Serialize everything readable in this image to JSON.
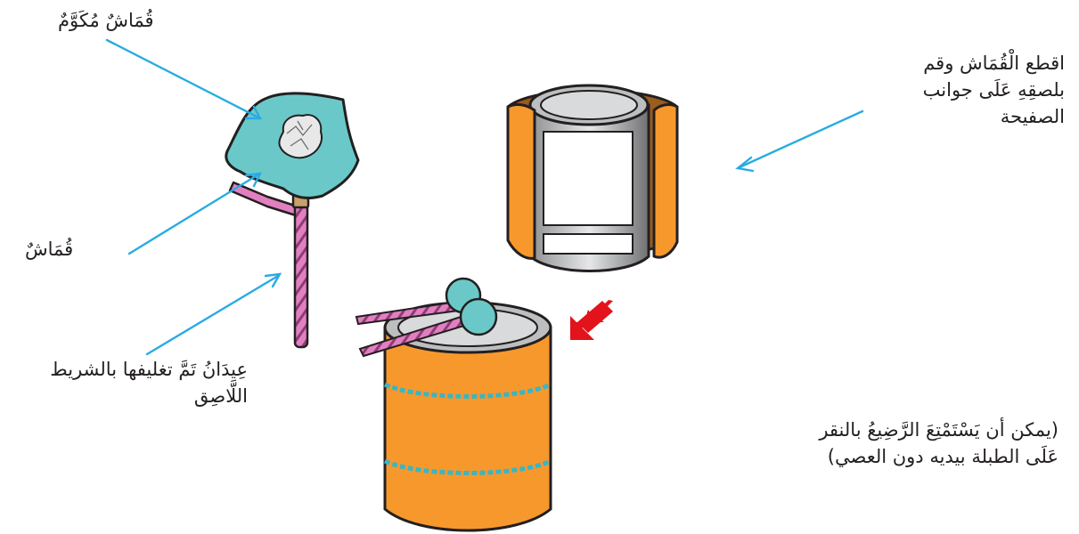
{
  "labels": {
    "crumpled_fabric": "قُمَاشٌ مُكَوَّمٌ",
    "fabric": "قُمَاشٌ",
    "sticks": "عِيدَانُ تَمَّ تغليفها بالشريط\nاللَّاصِق",
    "cut_fabric": "اقطع الْقُمَاش وقم\nبلصقِهِ عَلَى جوانب\nالصفيحة",
    "baby_note": "(يمكن أن يَسْتَمْتِعَ الرَّضِيعُ بالنقر\nعَلَى الطبلة بيديه دون العصي)"
  },
  "colors": {
    "arrow": "#29abe2",
    "fabric_teal": "#6ac9c8",
    "orange": "#f7982d",
    "pink": "#e27fc1",
    "red_arrow": "#e2131b",
    "string": "#39b6c3"
  },
  "icons": [
    "crumpled-paper-icon",
    "red-arrow-icon"
  ]
}
